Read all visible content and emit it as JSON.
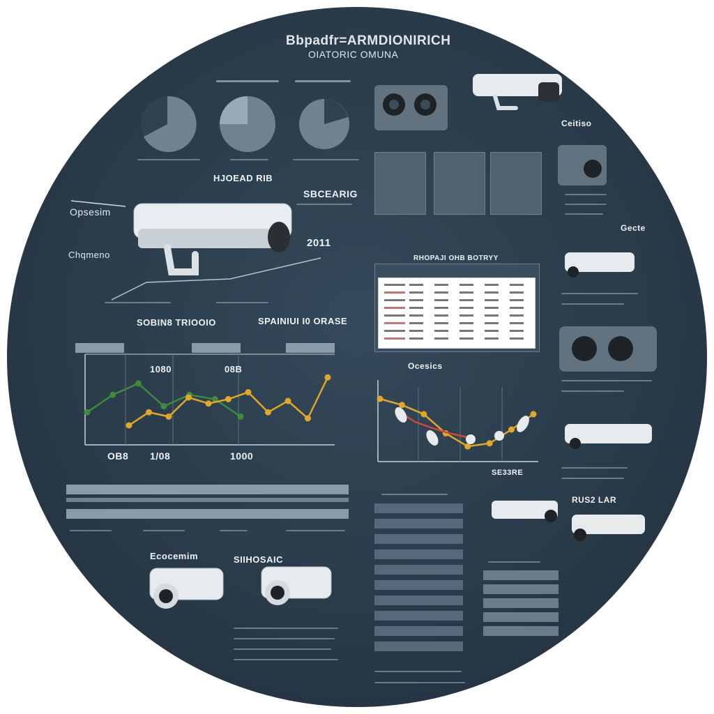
{
  "title": "Bbpadfr=ARMDIONIRICH",
  "subtitle": "OIATORIC OMUNA",
  "labels": {
    "pie_caption": "HJOEAD RIB",
    "sbeceng": "SBCEARIG",
    "camera_left": "Opsesim",
    "camera_left2": "Chqmeno",
    "year": "2011",
    "chart_title_left": "SOBIN8 TRIOOIO",
    "chart_title_right": "SPAINIUI I0 ORASE",
    "val1": "1080",
    "val2": "08B",
    "axis1": "OB8",
    "axis2": "1/08",
    "axis3": "1000",
    "table_title": "RHOPAJI OHB BOTRYY",
    "right_chart_title": "Ocesics",
    "right_chart_caption": "SE33RE",
    "cam_right1": "Ceitiso",
    "cam_right2": "Gecte",
    "bottom_cam1": "Ecocemim",
    "bottom_cam2": "SIIHOSAIC",
    "bottom_right": "RUS2 LAR"
  },
  "chart_data": {
    "type": "line",
    "series": [
      {
        "values": [
          0.35,
          0.55,
          0.68,
          0.42,
          0.55,
          0.5,
          0.3
        ]
      },
      {
        "values": [
          0.2,
          0.35,
          0.3,
          0.52,
          0.45,
          0.5,
          0.58,
          0.35,
          0.48,
          0.28,
          0.75
        ]
      }
    ],
    "colors": [
      "#3f8a3f",
      "#e0a72a"
    ]
  },
  "chart_data_right": {
    "type": "line",
    "series": [
      {
        "values": [
          0.8,
          0.72,
          0.6,
          0.35,
          0.18,
          0.22,
          0.4,
          0.6
        ]
      },
      {
        "values": [
          0.65,
          0.5,
          0.42,
          0.35,
          0.3
        ]
      }
    ],
    "colors": [
      "#e0a72a",
      "#c94b3b"
    ]
  }
}
